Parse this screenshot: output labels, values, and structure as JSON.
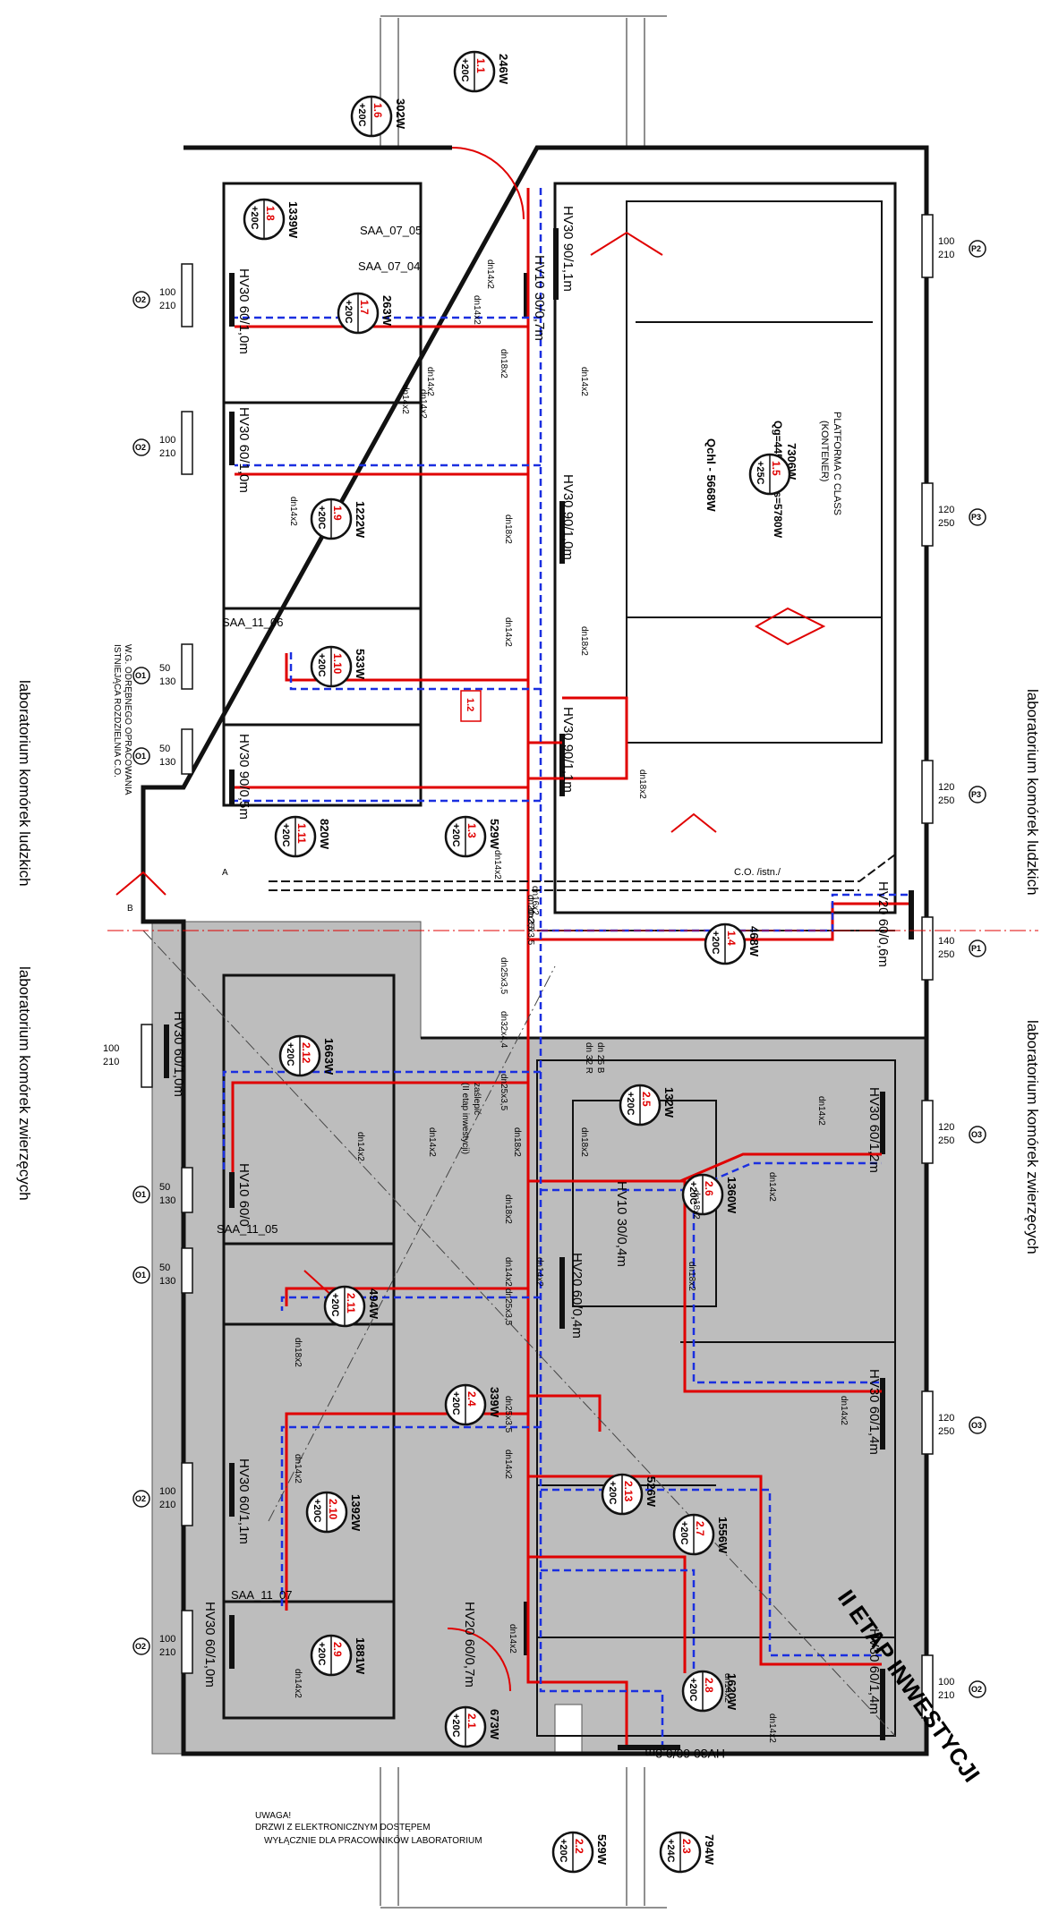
{
  "side_labels": {
    "left": "laboratorium komórek ludzkich",
    "left_lower": "laboratorium komórek zwierzęcych",
    "right_upper": "laboratorium komórek ludzkich",
    "right_lower": "laboratorium komórek zwierzęcych"
  },
  "stage_label": "II ETAP INWESTYCJI",
  "container": {
    "title": "PLATFORMA C CLASS",
    "subtitle": "(KONTENER)",
    "power": "7306W",
    "qg": "Qg=4450W",
    "qs": "Qs=5780W",
    "qchl": "Qchl - 5668W"
  },
  "existing_note": {
    "line1": "ISTNIEJĄCA ROZDZIELNIA C.O.",
    "line2": "W.G. ODRĘBNEGO OPRACOWANIA"
  },
  "door_note": {
    "line1": "UWAGA!",
    "line2": "DRZWI Z ELEKTRONICZNYM DOSTĘPEM",
    "line3": "WYŁĄCZNIE DLA PRACOWNIKÓW LABORATORIUM"
  },
  "co_label": "C.O. /istn./",
  "rooms": [
    {
      "id": "1.1",
      "temp": "+20C",
      "power": "246W"
    },
    {
      "id": "1.6",
      "temp": "+20C",
      "power": "302W"
    },
    {
      "id": "1.8",
      "temp": "+20C",
      "power": "1339W"
    },
    {
      "id": "1.7",
      "temp": "+20C",
      "power": "263W"
    },
    {
      "id": "1.9",
      "temp": "+20C",
      "power": "1222W"
    },
    {
      "id": "1.10",
      "temp": "+20C",
      "power": "533W"
    },
    {
      "id": "1.11",
      "temp": "+20C",
      "power": "820W"
    },
    {
      "id": "1.3",
      "temp": "+20C",
      "power": "529W"
    },
    {
      "id": "1.4",
      "temp": "+20C",
      "power": "468W"
    },
    {
      "id": "1.5",
      "temp": "+25C",
      "power": ""
    },
    {
      "id": "2.12",
      "temp": "+20C",
      "power": "1663W"
    },
    {
      "id": "2.5",
      "temp": "+20C",
      "power": "132W"
    },
    {
      "id": "2.6",
      "temp": "+20C",
      "power": "1360W"
    },
    {
      "id": "2.11",
      "temp": "+20C",
      "power": "494W"
    },
    {
      "id": "2.4",
      "temp": "+20C",
      "power": "339W"
    },
    {
      "id": "2.13",
      "temp": "+20C",
      "power": "526W"
    },
    {
      "id": "2.7",
      "temp": "+20C",
      "power": "1556W"
    },
    {
      "id": "2.10",
      "temp": "+20C",
      "power": "1392W"
    },
    {
      "id": "2.9",
      "temp": "+20C",
      "power": "1881W"
    },
    {
      "id": "2.1",
      "temp": "+20C",
      "power": "673W"
    },
    {
      "id": "2.8",
      "temp": "+20C",
      "power": "1620W"
    },
    {
      "id": "2.2",
      "temp": "+20C",
      "power": "529W"
    },
    {
      "id": "2.3",
      "temp": "+24C",
      "power": "794W"
    }
  ],
  "room_tag": "1.2",
  "radiators": [
    "HV30 60/1,0m",
    "HV30 60/1,0m",
    "HV30 90/0,5m",
    "HV30 60/1,0m",
    "HV10 60/0",
    "HV30 60/1,1m",
    "HV30 60/1,0m",
    "HV30 90/1,1m",
    "HV10 30/0,7m",
    "HV30 90/1,0m",
    "HV30 90/1,1m",
    "HV20 60/0,6m",
    "HV30 60/1,2m",
    "HV10 30/0,4m",
    "HV20 60/0,4m",
    "HV30 60/1,4m",
    "HV30 60/1,4m",
    "HV20 60/0,7m",
    "HV30 60/0,8m"
  ],
  "window_tags_left": [
    {
      "tag": "O2",
      "w": "100",
      "h": "210"
    },
    {
      "tag": "O2",
      "w": "100",
      "h": "210"
    },
    {
      "tag": "O1",
      "w": "50",
      "h": "130"
    },
    {
      "tag": "O1",
      "w": "50",
      "h": "130"
    },
    {
      "tag": "O1",
      "w": "50",
      "h": "130"
    },
    {
      "tag": "O1",
      "w": "50",
      "h": "130"
    },
    {
      "tag": "O2",
      "w": "100",
      "h": "210"
    },
    {
      "tag": "O2",
      "w": "100",
      "h": "210"
    }
  ],
  "window_tags_right": [
    {
      "tag": "P2",
      "w": "100",
      "h": "210"
    },
    {
      "tag": "P3",
      "w": "120",
      "h": "250"
    },
    {
      "tag": "P3",
      "w": "120",
      "h": "250"
    },
    {
      "tag": "P1",
      "w": "140",
      "h": "250"
    },
    {
      "tag": "O3",
      "w": "120",
      "h": "250"
    },
    {
      "tag": "O3",
      "w": "120",
      "h": "250"
    },
    {
      "tag": "O2",
      "w": "100",
      "h": "210"
    }
  ],
  "left_extra_window": {
    "w": "100",
    "h": "210"
  },
  "unit_labels": [
    "SAA_07_05",
    "SAA_07_04",
    "SAA_11_06",
    "SAA_11_05",
    "SAA_11_07"
  ],
  "pipes": [
    "dn14x2",
    "dn14x2",
    "dn14x2",
    "dn18x2",
    "dn14x2",
    "dn14x2",
    "dn18x2",
    "dn14x2",
    "dn14x2",
    "dn18x2",
    "dn14x2",
    "dn18x2",
    "dn14x2",
    "dn16x2",
    "dn20x3,5",
    "dn25x3,5",
    "dn25x3,5",
    "dn32x4,4",
    "dn25x3,5",
    "dn18x2",
    "dn18x2",
    "dn14x2",
    "dn14x2",
    "dn14x2",
    "dn14x2",
    "dn14x2",
    "dn18x2",
    "dn14x2",
    "dn14x2",
    "dn25x3,5",
    "dn18x2",
    "dn25x3,5",
    "dn14x2",
    "dn14x2",
    "dn14x2",
    "dn14x2",
    "dn18x2",
    "dn18x2",
    "dn14x2",
    "dn14x2"
  ],
  "riser_labels": {
    "r1": "dn 32 R",
    "r2": "dn 25 B",
    "note_a": "zaślepić",
    "note_b": "(II etap inwestycji)"
  },
  "marks": {
    "a": "A",
    "b": "B"
  }
}
